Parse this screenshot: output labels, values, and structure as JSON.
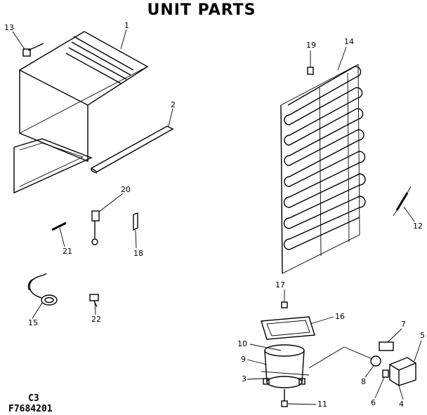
{
  "diagram": {
    "title": "UNIT PARTS",
    "codes": {
      "section": "C3",
      "part_number": "F7684201"
    },
    "callouts": [
      "1",
      "2",
      "3",
      "4",
      "5",
      "6",
      "7",
      "8",
      "9",
      "10",
      "11",
      "12",
      "13",
      "14",
      "15",
      "16",
      "17",
      "18",
      "19",
      "20",
      "21",
      "22"
    ]
  }
}
